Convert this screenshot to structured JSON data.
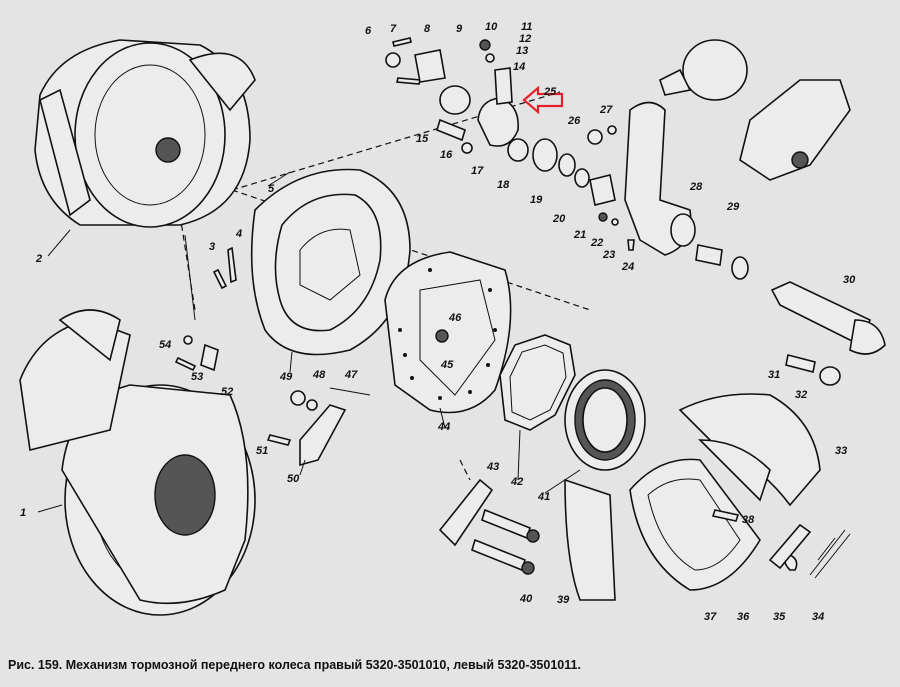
{
  "caption": "Рис. 159. Механизм тормозной переднего колеса правый 5320-3501010, левый 5320-3501011.",
  "highlight_color": "#e8202a",
  "labels": [
    "1",
    "2",
    "3",
    "4",
    "5",
    "6",
    "7",
    "8",
    "9",
    "10",
    "11",
    "12",
    "13",
    "14",
    "15",
    "16",
    "17",
    "18",
    "19",
    "20",
    "21",
    "22",
    "23",
    "24",
    "25",
    "26",
    "27",
    "28",
    "29",
    "30",
    "31",
    "32",
    "33",
    "34",
    "35",
    "36",
    "37",
    "38",
    "39",
    "40",
    "41",
    "42",
    "43",
    "44",
    "45",
    "46",
    "47",
    "48",
    "49",
    "50",
    "51",
    "52",
    "53",
    "54"
  ]
}
